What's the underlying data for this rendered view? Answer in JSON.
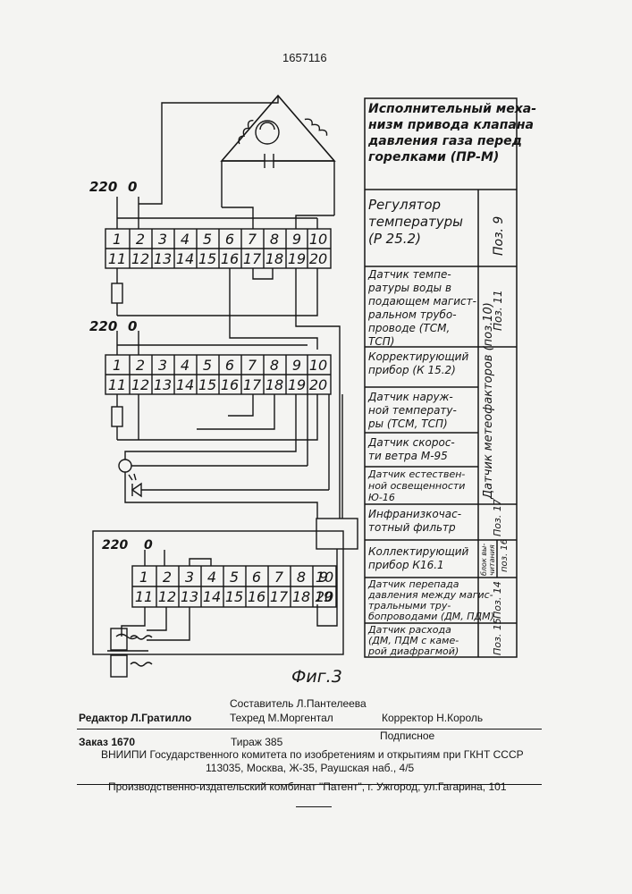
{
  "header": {
    "patent_number": "1657116"
  },
  "figure": {
    "caption": "Фиг.3"
  },
  "terminal_blocks": [
    {
      "supply": {
        "line_voltage": "220",
        "neutral": "0"
      },
      "top_row": [
        "1",
        "2",
        "3",
        "4",
        "5",
        "6",
        "7",
        "8",
        "9",
        "10"
      ],
      "bottom_row": [
        "11",
        "12",
        "13",
        "14",
        "15",
        "16",
        "17",
        "18",
        "19",
        "20"
      ]
    },
    {
      "supply": {
        "line_voltage": "220",
        "neutral": "0"
      },
      "top_row": [
        "1",
        "2",
        "3",
        "4",
        "5",
        "6",
        "7",
        "8",
        "9",
        "10"
      ],
      "bottom_row": [
        "11",
        "12",
        "13",
        "14",
        "15",
        "16",
        "17",
        "18",
        "19",
        "20"
      ]
    },
    {
      "supply": {
        "line_voltage": "220",
        "neutral": "0"
      },
      "top_row": [
        "1",
        "2",
        "3",
        "4",
        "5",
        "6",
        "7",
        "8",
        "9",
        "10"
      ],
      "bottom_row": [
        "11",
        "12",
        "13",
        "14",
        "15",
        "16",
        "17",
        "18",
        "19",
        "20"
      ]
    }
  ],
  "device_table": {
    "rows": [
      {
        "description": "Исполнительный меха-\nнизм привода клапана\nдавления газа перед\nгорелками (ПР-М)",
        "position": ""
      },
      {
        "description": "Регулятор\nтемпературы\n(Р 25.2)",
        "position": "Поз. 9"
      },
      {
        "description": "Датчик темпе-\nратуры воды в\nподающем магист-\nральном трубо-\nпроводе (ТСМ,\nТСП)",
        "position": "Поз. 11"
      },
      {
        "description": "Корректирующий\nприбор (К 15.2)",
        "position": ""
      },
      {
        "description": "Датчик наруж-\nной температу-\nры (ТСМ, ТСП)",
        "position": ""
      },
      {
        "description": "Датчик скорос-\nти ветра М-95",
        "position": ""
      },
      {
        "description": "Датчик естествен-\nной освещенности\nЮ-16",
        "position": ""
      },
      {
        "description": "Инфранизкочас-\nтотный фильтр",
        "position": "Поз. 17"
      },
      {
        "description": "Коллектирующий\nприбор К16.1",
        "position": "поз. 16"
      },
      {
        "description": "Датчик перепада\nдавления между магис-\nтральными тру-\nбопроводами (ДМ, ПДМ)",
        "position": "Поз. 14"
      },
      {
        "description": "Датчик расхода\n(ДМ, ПДМ с каме-\nрой диафрагмой)",
        "position": "Поз. 15"
      }
    ],
    "group_label": "Датчик метеофакторов (поз.10)",
    "group_extra_label": "блок вы-\nчитания"
  },
  "footer": {
    "compiler": "Составитель  Л.Пантелеева",
    "editor": "Редактор  Л.Гратилло",
    "techred": "Техред М.Моргентал",
    "corrector": "Корректор   Н.Король",
    "order": "Заказ  1670",
    "circulation": "Тираж 385",
    "subscription": "Подписное",
    "institute": "ВНИИПИ Государственного комитета по изобретениям и открытиям при ГКНТ СССР",
    "address": "113035, Москва, Ж-35, Раушская наб., 4/5",
    "publisher": "Производственно-издательский комбинат \"Патент\", г. Ужгород, ул.Гагарина, 101"
  }
}
